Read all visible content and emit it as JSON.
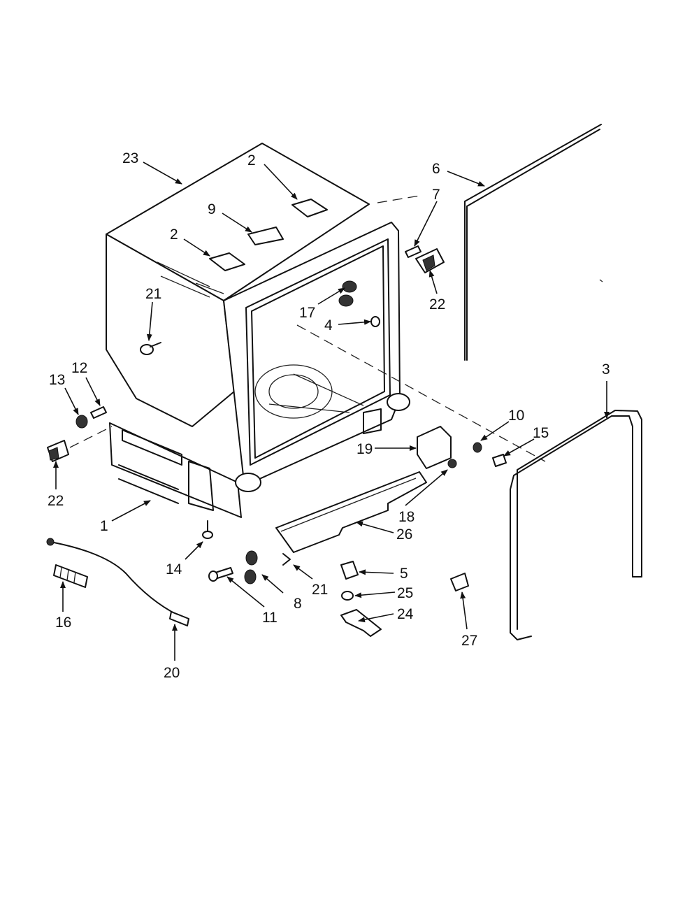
{
  "callouts": {
    "c23": "23",
    "c2a": "2",
    "c9": "9",
    "c2b": "2",
    "c6": "6",
    "c7": "7",
    "c21a": "21",
    "c17": "17",
    "c22a": "22",
    "c4": "4",
    "c12": "12",
    "c13": "13",
    "c3": "3",
    "c22b": "22",
    "c10": "10",
    "c15": "15",
    "c19": "19",
    "c1": "1",
    "c18": "18",
    "c26": "26",
    "c14": "14",
    "c5": "5",
    "c21b": "21",
    "c8": "8",
    "c25": "25",
    "c11": "11",
    "c24": "24",
    "c16": "16",
    "c27": "27",
    "c20": "20"
  }
}
